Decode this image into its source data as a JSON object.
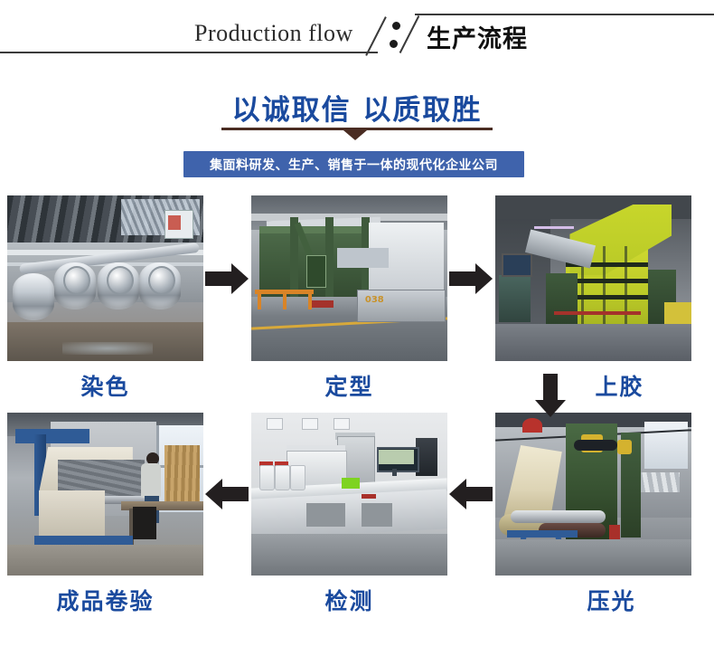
{
  "header": {
    "title_en": "Production flow",
    "title_zh": "生产流程"
  },
  "slogan": {
    "text": "以诚取信 以质取胜",
    "banner": "集面料研发、生产、销售于一体的现代化企业公司",
    "banner_color": "#3f63ac",
    "slogan_color": "#1a4a9e",
    "rule_color": "#4a2c22"
  },
  "flow": {
    "label_color": "#1a4a9e",
    "arrow_color": "#231f20",
    "steps": [
      {
        "label": "染色",
        "scene": "dyeing-machines-photo"
      },
      {
        "label": "定型",
        "scene": "setting-stenter-photo"
      },
      {
        "label": "上胶",
        "scene": "gluing-coating-photo"
      },
      {
        "label": "成品卷验",
        "scene": "finished-roll-inspection-photo"
      },
      {
        "label": "检测",
        "scene": "laboratory-testing-photo"
      },
      {
        "label": "压光",
        "scene": "calendering-photo"
      }
    ],
    "arrows": [
      {
        "name": "arrow-dyeing-to-setting",
        "direction": "right"
      },
      {
        "name": "arrow-setting-to-gluing",
        "direction": "right"
      },
      {
        "name": "arrow-gluing-to-calendering",
        "direction": "down"
      },
      {
        "name": "arrow-testing-to-finished",
        "direction": "left"
      },
      {
        "name": "arrow-calendering-to-testing",
        "direction": "left"
      }
    ]
  }
}
